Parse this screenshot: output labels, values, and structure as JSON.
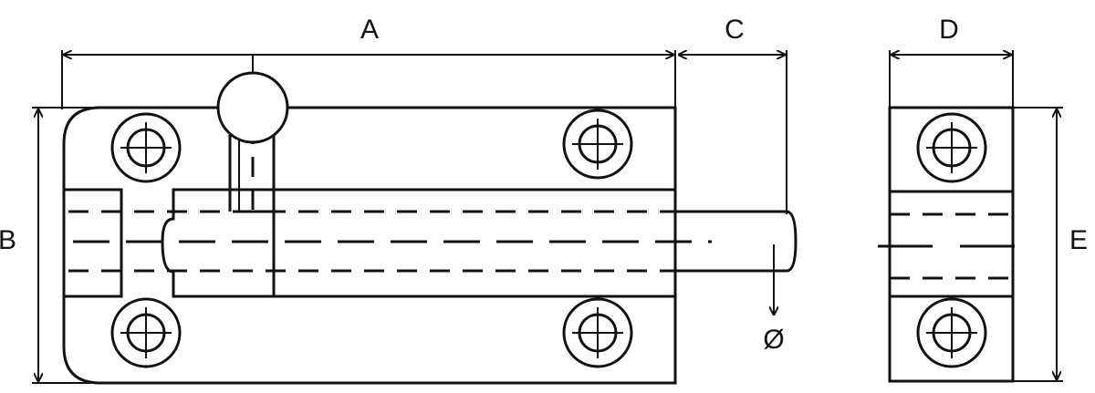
{
  "labels": {
    "a": "A",
    "b": "B",
    "c": "C",
    "d": "D",
    "e": "E",
    "diameter": "Ø"
  },
  "colors": {
    "line": "#111111",
    "background": "#ffffff"
  }
}
